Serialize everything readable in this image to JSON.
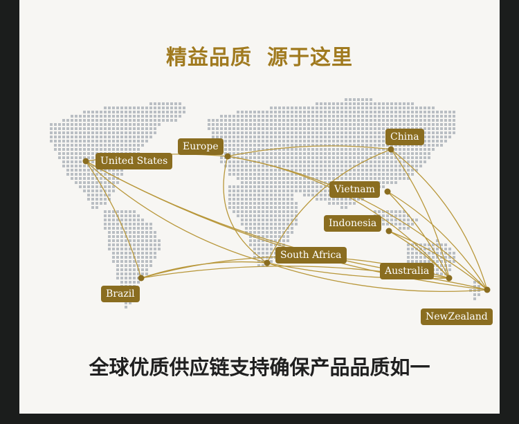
{
  "heading": {
    "part1": "精益品质",
    "part2": "源于这里"
  },
  "footer": {
    "text": "全球优质供应链支持确保产品品质如一"
  },
  "colors": {
    "accent": "#a07a1f",
    "label_bg": "#8a6d20",
    "route": "#b8973a",
    "dots": "#b9bec3",
    "page_bg": "#f7f6f3",
    "frame": "#1b1d1c"
  },
  "locations": {
    "united_states": "United States",
    "europe": "Europe",
    "china": "China",
    "vietnam": "Vietnam",
    "indonesia": "Indonesia",
    "south_africa": "South Africa",
    "australia": "Australia",
    "brazil": "Brazil",
    "new_zealand": "NewZealand"
  }
}
